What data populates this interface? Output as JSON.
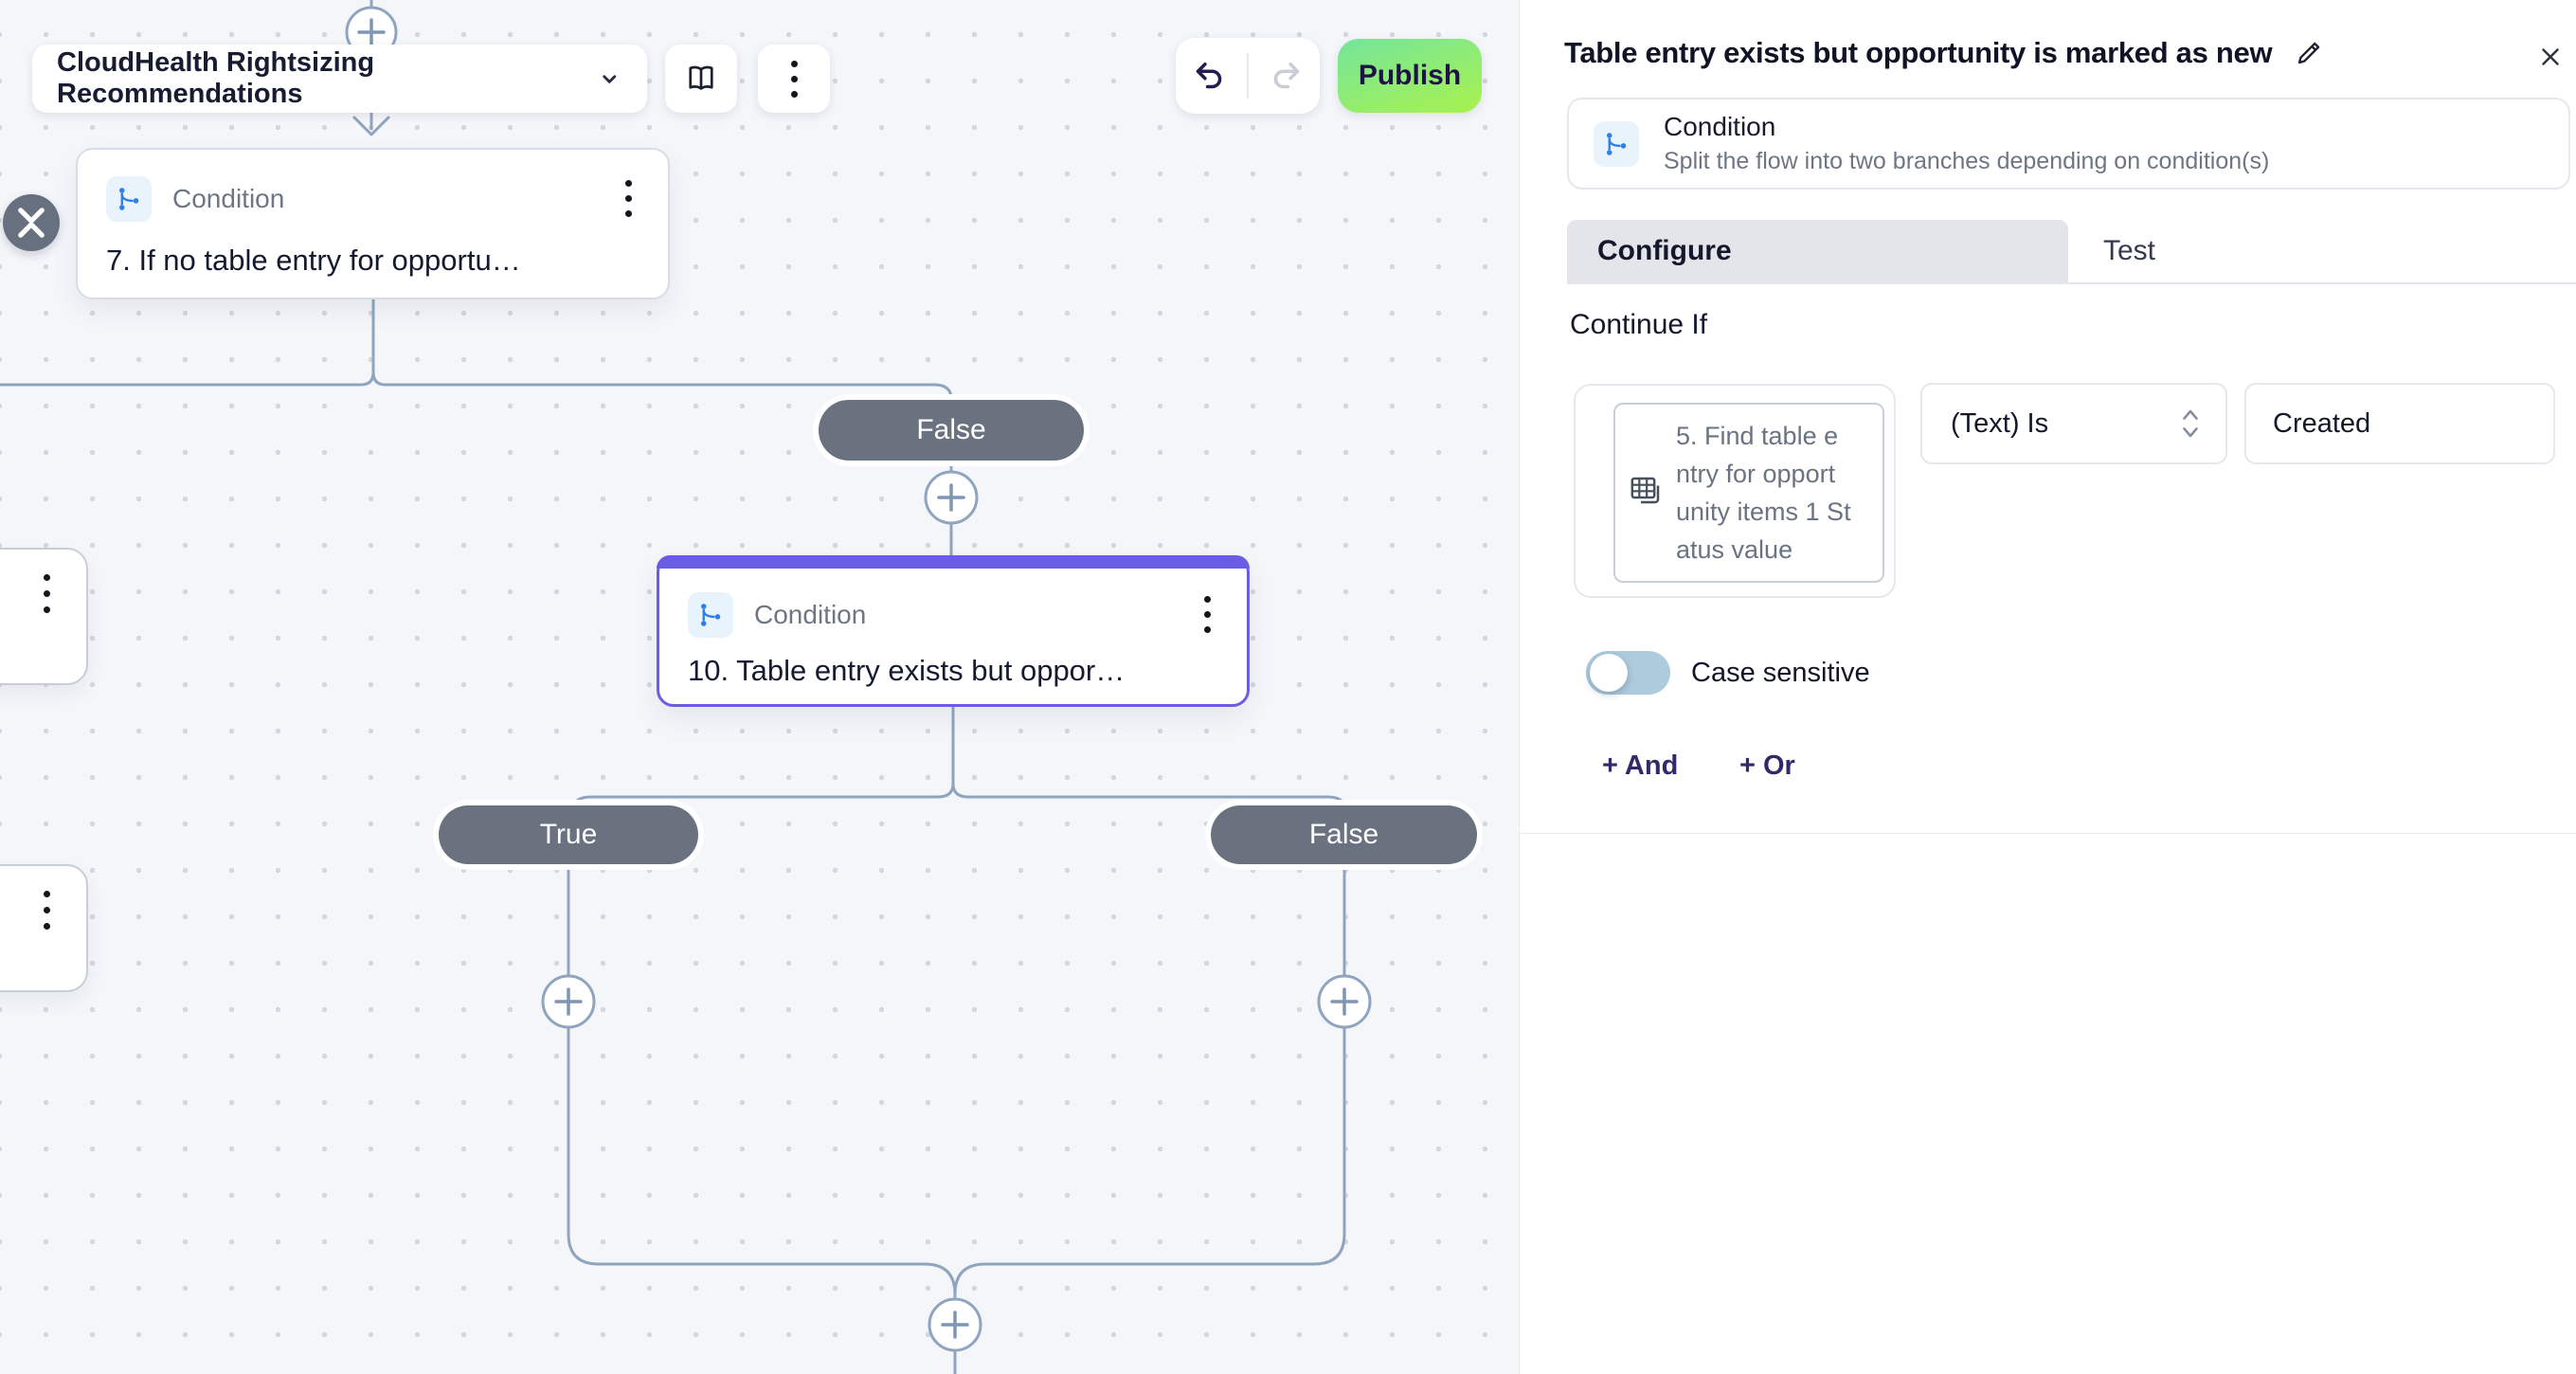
{
  "toolbar": {
    "recipe_name": "CloudHealth Rightsizing Recommendations",
    "publish_label": "Publish"
  },
  "canvas": {
    "node7": {
      "type": "Condition",
      "title": "7. If no table entry for opportu…"
    },
    "node10": {
      "type": "Condition",
      "title": "10. Table entry exists but oppor…"
    },
    "branch_labels": {
      "false_top": "False",
      "true": "True",
      "false_bottom": "False"
    }
  },
  "panel": {
    "title": "Table entry exists but opportunity is marked as new",
    "step_type": "Condition",
    "step_description": "Split the flow into two branches depending on condition(s)",
    "tabs": {
      "configure": "Configure",
      "test": "Test"
    },
    "continue_if": "Continue If",
    "condition": {
      "field_pill_lines": [
        "5. Find table e",
        "ntry for opport",
        "unity items 1 St",
        "atus value"
      ],
      "field_pill_full": "5. Find table entry for opportunity items 1 Status value",
      "operator": "(Text) Is",
      "value": "Created",
      "case_sensitive": "Case sensitive",
      "add_and": "+ And",
      "add_or": "+ Or"
    }
  },
  "colors": {
    "accent_purple": "#6B5CE5",
    "icon_blue": "#2F7FEA",
    "pill_gray": "#6A7280",
    "connector": "#8FA5BF",
    "publish_gradient_start": "#74E59C",
    "publish_gradient_end": "#A9F24D",
    "canvas_bg": "#F4F6FA"
  }
}
